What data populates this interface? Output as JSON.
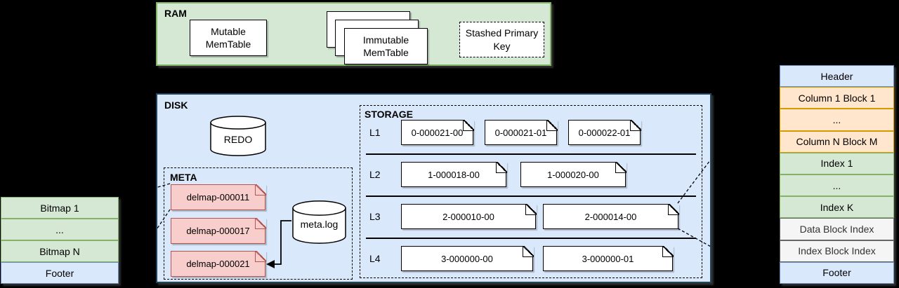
{
  "colors": {
    "green_fill": "#d5e8d4",
    "green_stroke": "#82b366",
    "blue_fill": "#dae8fc",
    "blue_stroke": "#6c8ebf",
    "orange_fill": "#ffe6cc",
    "orange_stroke": "#d79b00",
    "pink_fill": "#f8cecc",
    "pink_stroke": "#b85450",
    "gray_fill": "#f5f5f5",
    "gray_stroke": "#666666",
    "disk_stroke": "#23445d"
  },
  "ram": {
    "label": "RAM",
    "mutable_memtable": "Mutable MemTable",
    "immutable_memtable": "Immutable MemTable",
    "stashed_primary_key": "Stashed Primary Key"
  },
  "disk": {
    "label": "DISK",
    "redo_label": "REDO",
    "meta": {
      "label": "META",
      "delmaps": [
        "delmap-000011",
        "delmap-000017",
        "delmap-000021"
      ],
      "log_label": "meta.log"
    },
    "storage": {
      "label": "STORAGE",
      "levels": [
        {
          "name": "L1",
          "files": [
            "0-000021-00",
            "0-000021-01",
            "0-000022-01"
          ]
        },
        {
          "name": "L2",
          "files": [
            "1-000018-00",
            "1-000020-00"
          ]
        },
        {
          "name": "L3",
          "files": [
            "2-000010-00",
            "2-000014-00"
          ]
        },
        {
          "name": "L4",
          "files": [
            "3-000000-00",
            "3-000000-01"
          ]
        }
      ]
    }
  },
  "delmap_detail": {
    "rows": [
      "Bitmap 1",
      "...",
      "Bitmap N",
      "Footer"
    ]
  },
  "sst_detail": {
    "rows": [
      "Header",
      "Column 1 Block 1",
      "...",
      "Column N Block M",
      "Index 1",
      "...",
      "Index K",
      "Data Block Index",
      "Index Block Index",
      "Footer"
    ]
  }
}
